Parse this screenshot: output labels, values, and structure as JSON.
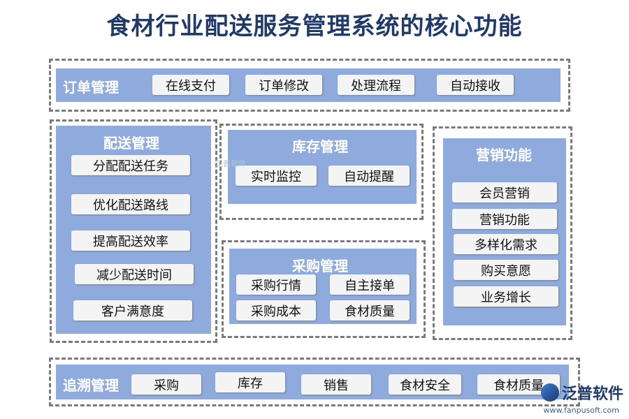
{
  "title": "食材行业配送服务管理系统的核心功能",
  "order": {
    "title": "订单管理",
    "items": [
      "在线支付",
      "订单修改",
      "处理流程",
      "自动接收"
    ]
  },
  "delivery": {
    "title": "配送管理",
    "items": [
      "分配配送任务",
      "优化配送路线",
      "提高配送效率",
      "减少配送时间",
      "客户满意度"
    ]
  },
  "inventory": {
    "title": "库存管理",
    "items": [
      "实时监控",
      "自动提醒"
    ]
  },
  "purchase": {
    "title": "采购管理",
    "items": [
      "采购行情",
      "自主接单",
      "采购成本",
      "食材质量"
    ]
  },
  "marketing": {
    "title": "营销功能",
    "items": [
      "会员营销",
      "营销功能",
      "多样化需求",
      "购买意愿",
      "业务增长"
    ]
  },
  "trace": {
    "title": "追溯管理",
    "items": [
      "采购",
      "库存",
      "销售",
      "食材安全",
      "食材质量"
    ]
  },
  "brand": {
    "name": "泛普软件",
    "url": "www.fanpusoft.com",
    "watermark": "泛普软件"
  },
  "colors": {
    "panel": "#8faadc",
    "title": "#1f3a6b",
    "chip": "#f4f4f4",
    "dash": "#7a7a7a"
  }
}
